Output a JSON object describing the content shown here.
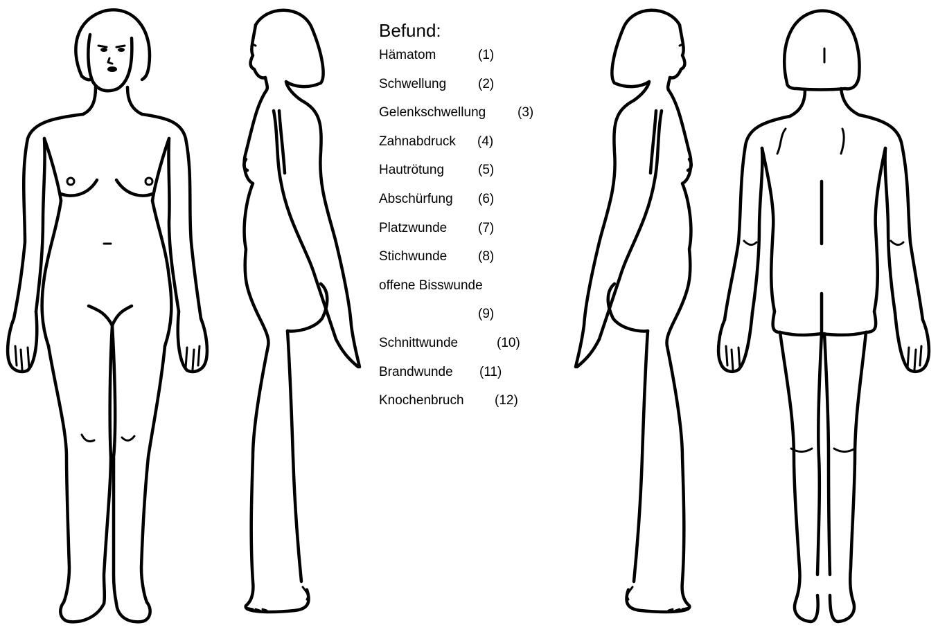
{
  "befund": {
    "title": "Befund:",
    "items": [
      {
        "name": "Hämatom",
        "number": "(1)"
      },
      {
        "name": "Schwellung",
        "number": "(2)"
      },
      {
        "name": "Gelenkschwellung",
        "number": "(3)"
      },
      {
        "name": "Zahnabdruck",
        "number": "(4)"
      },
      {
        "name": "Hautrötung",
        "number": "(5)"
      },
      {
        "name": "Abschürfung",
        "number": "(6)"
      },
      {
        "name": "Platzwunde",
        "number": "(7)"
      },
      {
        "name": "Stichwunde",
        "number": "(8)"
      },
      {
        "name": "offene Bisswunde",
        "number": ""
      },
      {
        "name": "",
        "number": "(9)"
      },
      {
        "name": "Schnittwunde",
        "number": "(10)"
      },
      {
        "name": "Brandwunde",
        "number": "(11)"
      },
      {
        "name": "Knochenbruch",
        "number": "(12)"
      }
    ]
  },
  "figures": [
    "front-view",
    "left-side-view",
    "right-side-view",
    "back-view"
  ]
}
